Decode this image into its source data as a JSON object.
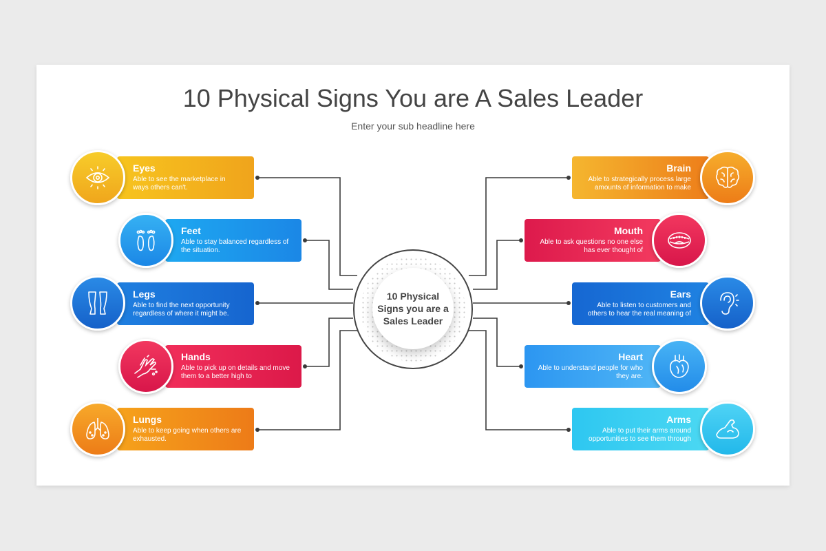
{
  "title": "10 Physical Signs You are A Sales Leader",
  "subtitle": "Enter your sub headline here",
  "center": {
    "text": "10 Physical Signs you are a Sales Leader"
  },
  "items": {
    "eyes": {
      "title": "Eyes",
      "desc": "Able to see the marketplace in ways others can't.",
      "icon": "eye-icon",
      "color": "#f5b71e"
    },
    "feet": {
      "title": "Feet",
      "desc": "Able to stay balanced regardless of the situation.",
      "icon": "footprints-icon",
      "color": "#1e9bef"
    },
    "legs": {
      "title": "Legs",
      "desc": "Able to find the next opportunity regardless of where it might be.",
      "icon": "legs-icon",
      "color": "#1a73db"
    },
    "hands": {
      "title": "Hands",
      "desc": "Able to pick up on details and move them to a better high to",
      "icon": "hands-icon",
      "color": "#e8204f"
    },
    "lungs": {
      "title": "Lungs",
      "desc": "Able to keep going when others are exhausted.",
      "icon": "lungs-icon",
      "color": "#f2911a"
    },
    "brain": {
      "title": "Brain",
      "desc": "Able to strategically process large amounts of information to make",
      "icon": "brain-icon",
      "color": "#f19a1f"
    },
    "mouth": {
      "title": "Mouth",
      "desc": "Able to ask questions no one else has ever thought of",
      "icon": "mouth-icon",
      "color": "#e8204f"
    },
    "ears": {
      "title": "Ears",
      "desc": "Able to listen to customers and others to hear the real meaning of",
      "icon": "ear-icon",
      "color": "#1a73db"
    },
    "heart": {
      "title": "Heart",
      "desc": "Able to understand people for who they are.",
      "icon": "heart-organ-icon",
      "color": "#3aa7f3"
    },
    "arms": {
      "title": "Arms",
      "desc": "Able to put their arms around opportunities to see them through",
      "icon": "arm-muscle-icon",
      "color": "#33cdf1"
    }
  }
}
